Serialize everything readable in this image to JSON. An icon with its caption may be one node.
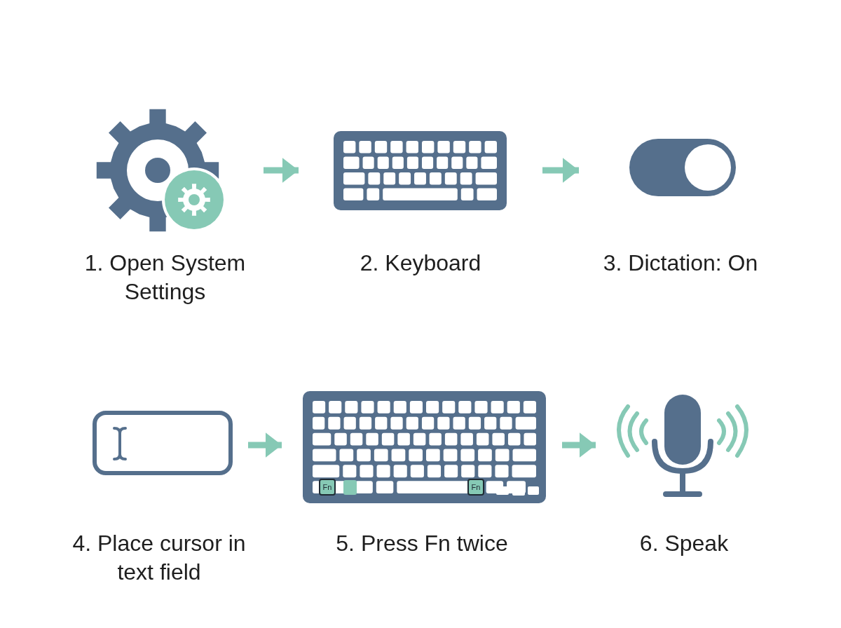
{
  "diagram": {
    "nodes": [
      {
        "text": [
          "1. Open System Settings"
        ]
      },
      {
        "text": [
          "2. Keyboard"
        ]
      },
      {
        "text": [
          "3. Dictation: On"
        ]
      },
      {
        "text": [
          "4. Place cursor in text field"
        ]
      },
      {
        "text": [
          "5. Press Fn twice"
        ]
      },
      {
        "text": [
          "6. Speak"
        ]
      }
    ],
    "edges": [
      {
        "from": 0,
        "to": 1,
        "arrow": "to"
      },
      {
        "from": 1,
        "to": 2,
        "arrow": "to"
      },
      {
        "from": 3,
        "to": 4,
        "arrow": "to"
      },
      {
        "from": 4,
        "to": 5,
        "arrow": "to"
      }
    ],
    "labels": [
      "Fn",
      "Fn"
    ]
  }
}
